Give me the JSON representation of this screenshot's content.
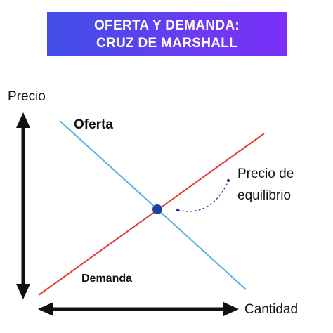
{
  "title": {
    "line1": "OFERTA Y DEMANDA:",
    "line2": "CRUZ DE MARSHALL"
  },
  "axes": {
    "y_label": "Precio",
    "x_label": "Cantidad"
  },
  "curves": {
    "supply_label": "Oferta",
    "demand_label": "Demanda"
  },
  "equilibrium": {
    "label_line1": "Precio de",
    "label_line2": "equilibrio"
  },
  "colors": {
    "title_bg_start": "#3f4fe6",
    "title_bg_end": "#7b2ff7",
    "blue_line": "#4fb3dc",
    "red_line": "#e03a3a",
    "point": "#1f3fa8",
    "axis": "#111111"
  }
}
